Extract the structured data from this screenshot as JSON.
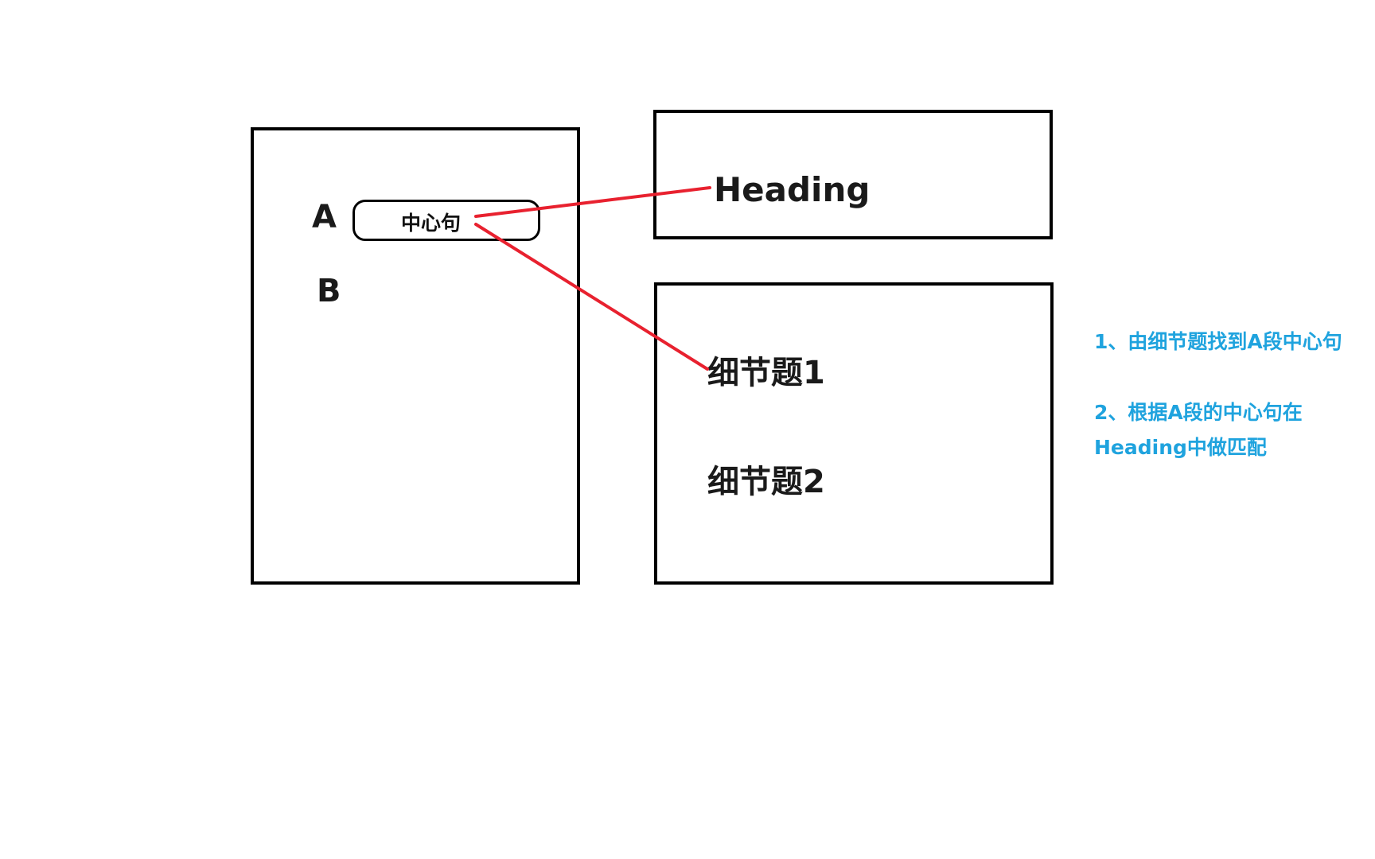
{
  "passage": {
    "para_a_label": "A",
    "para_b_label": "B",
    "topic_sentence": "中心句"
  },
  "heading_panel": {
    "heading": "Heading"
  },
  "details_panel": {
    "detail_1": "细节题1",
    "detail_2": "细节题2"
  },
  "notes": [
    "1、由细节题找到A段中心句",
    "2、根据A段的中心句在Heading中做匹配"
  ],
  "colors": {
    "box_stroke": "#000000",
    "connector_line": "#e8212f",
    "note_text": "#1fa3de"
  }
}
